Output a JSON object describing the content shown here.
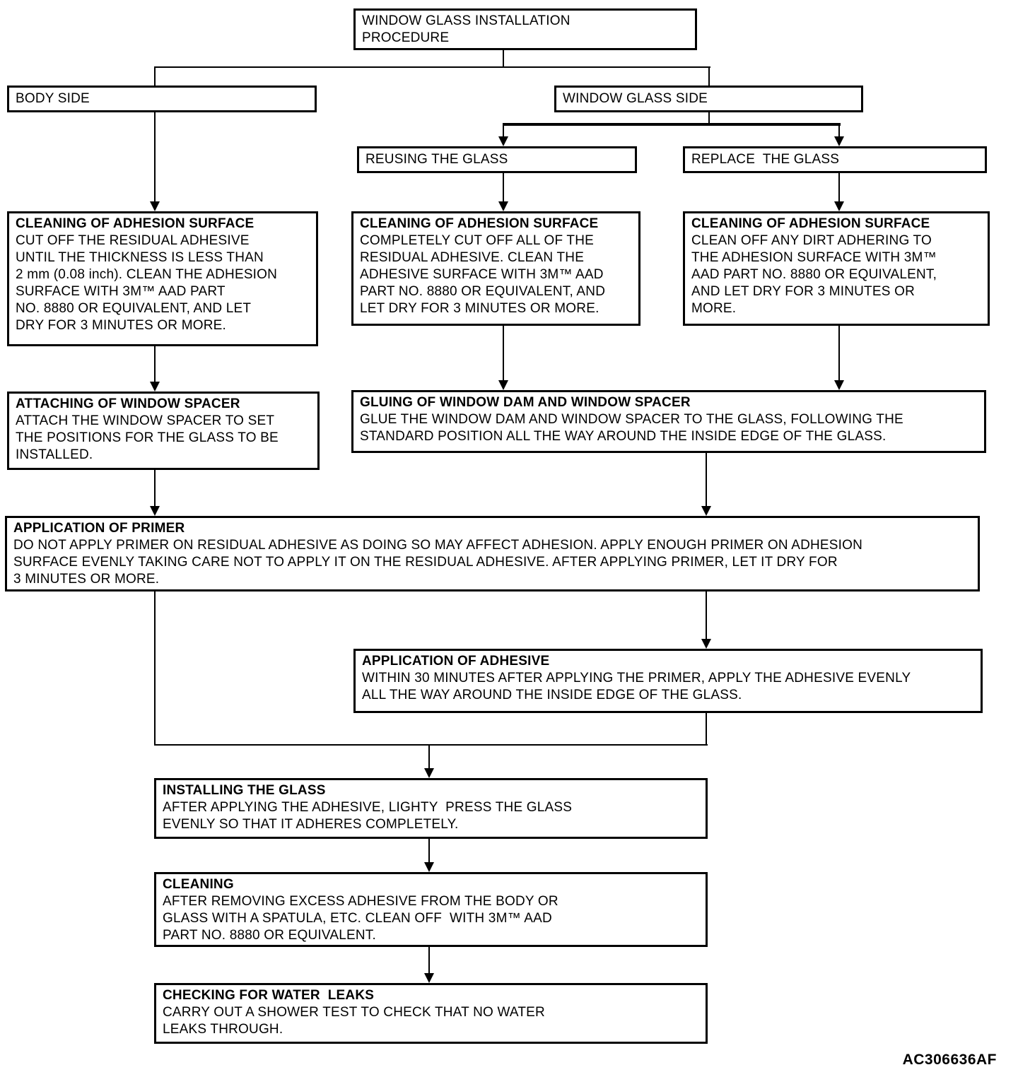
{
  "figure_code": "AC306636AF",
  "flowchart": {
    "title": "WINDOW GLASS INSTALLATION\nPROCEDURE",
    "branches": {
      "body_side": "BODY SIDE",
      "window_glass_side": "WINDOW GLASS SIDE",
      "reusing_glass": "REUSING THE GLASS",
      "replace_glass": "REPLACE  THE GLASS"
    },
    "steps": {
      "clean_body": {
        "title": "CLEANING OF ADHESION SURFACE",
        "body": "CUT OFF THE RESIDUAL ADHESIVE\nUNTIL THE THICKNESS IS LESS THAN\n2 mm (0.08 inch). CLEAN THE ADHESION\nSURFACE WITH 3M™ AAD PART\nNO. 8880 OR EQUIVALENT, AND LET\nDRY FOR 3 MINUTES OR MORE."
      },
      "clean_reuse": {
        "title": "CLEANING OF ADHESION SURFACE",
        "body": "COMPLETELY CUT OFF ALL OF THE\nRESIDUAL ADHESIVE. CLEAN THE\nADHESIVE SURFACE WITH 3M™ AAD\nPART NO. 8880 OR EQUIVALENT, AND\nLET DRY FOR 3 MINUTES OR MORE."
      },
      "clean_replace": {
        "title": "CLEANING OF ADHESION SURFACE",
        "body": "CLEAN OFF ANY DIRT ADHERING TO\nTHE ADHESION SURFACE WITH 3M™\nAAD PART NO. 8880 OR EQUIVALENT,\nAND LET DRY FOR 3 MINUTES OR\nMORE."
      },
      "attach_spacer": {
        "title": "ATTACHING OF WINDOW SPACER",
        "body": "ATTACH THE WINDOW SPACER TO SET\nTHE POSITIONS FOR THE GLASS TO BE\nINSTALLED."
      },
      "gluing": {
        "title": "GLUING OF WINDOW DAM AND WINDOW SPACER",
        "body": "GLUE THE WINDOW DAM AND WINDOW SPACER TO THE GLASS, FOLLOWING THE\nSTANDARD POSITION ALL THE WAY AROUND THE INSIDE EDGE OF THE GLASS."
      },
      "primer": {
        "title": "APPLICATION OF PRIMER",
        "body": "DO NOT APPLY PRIMER ON RESIDUAL ADHESIVE AS DOING SO MAY AFFECT ADHESION. APPLY ENOUGH PRIMER ON ADHESION\nSURFACE EVENLY TAKING CARE NOT TO APPLY IT ON THE RESIDUAL ADHESIVE. AFTER APPLYING PRIMER, LET IT DRY FOR\n3 MINUTES OR MORE."
      },
      "adhesive": {
        "title": "APPLICATION OF ADHESIVE",
        "body": "WITHIN 30 MINUTES AFTER APPLYING THE PRIMER, APPLY THE ADHESIVE EVENLY\nALL THE WAY AROUND THE INSIDE EDGE OF THE GLASS."
      },
      "installing": {
        "title": "INSTALLING THE GLASS",
        "body": "AFTER APPLYING THE ADHESIVE, LIGHTY  PRESS THE GLASS\nEVENLY SO THAT IT ADHERES COMPLETELY."
      },
      "cleaning": {
        "title": "CLEANING",
        "body": "AFTER REMOVING EXCESS ADHESIVE FROM THE BODY OR\nGLASS WITH A SPATULA, ETC. CLEAN OFF  WITH 3M™ AAD\nPART NO. 8880 OR EQUIVALENT."
      },
      "checking": {
        "title": "CHECKING FOR WATER  LEAKS",
        "body": "CARRY OUT A SHOWER TEST TO CHECK THAT NO WATER\nLEAKS THROUGH."
      }
    }
  }
}
